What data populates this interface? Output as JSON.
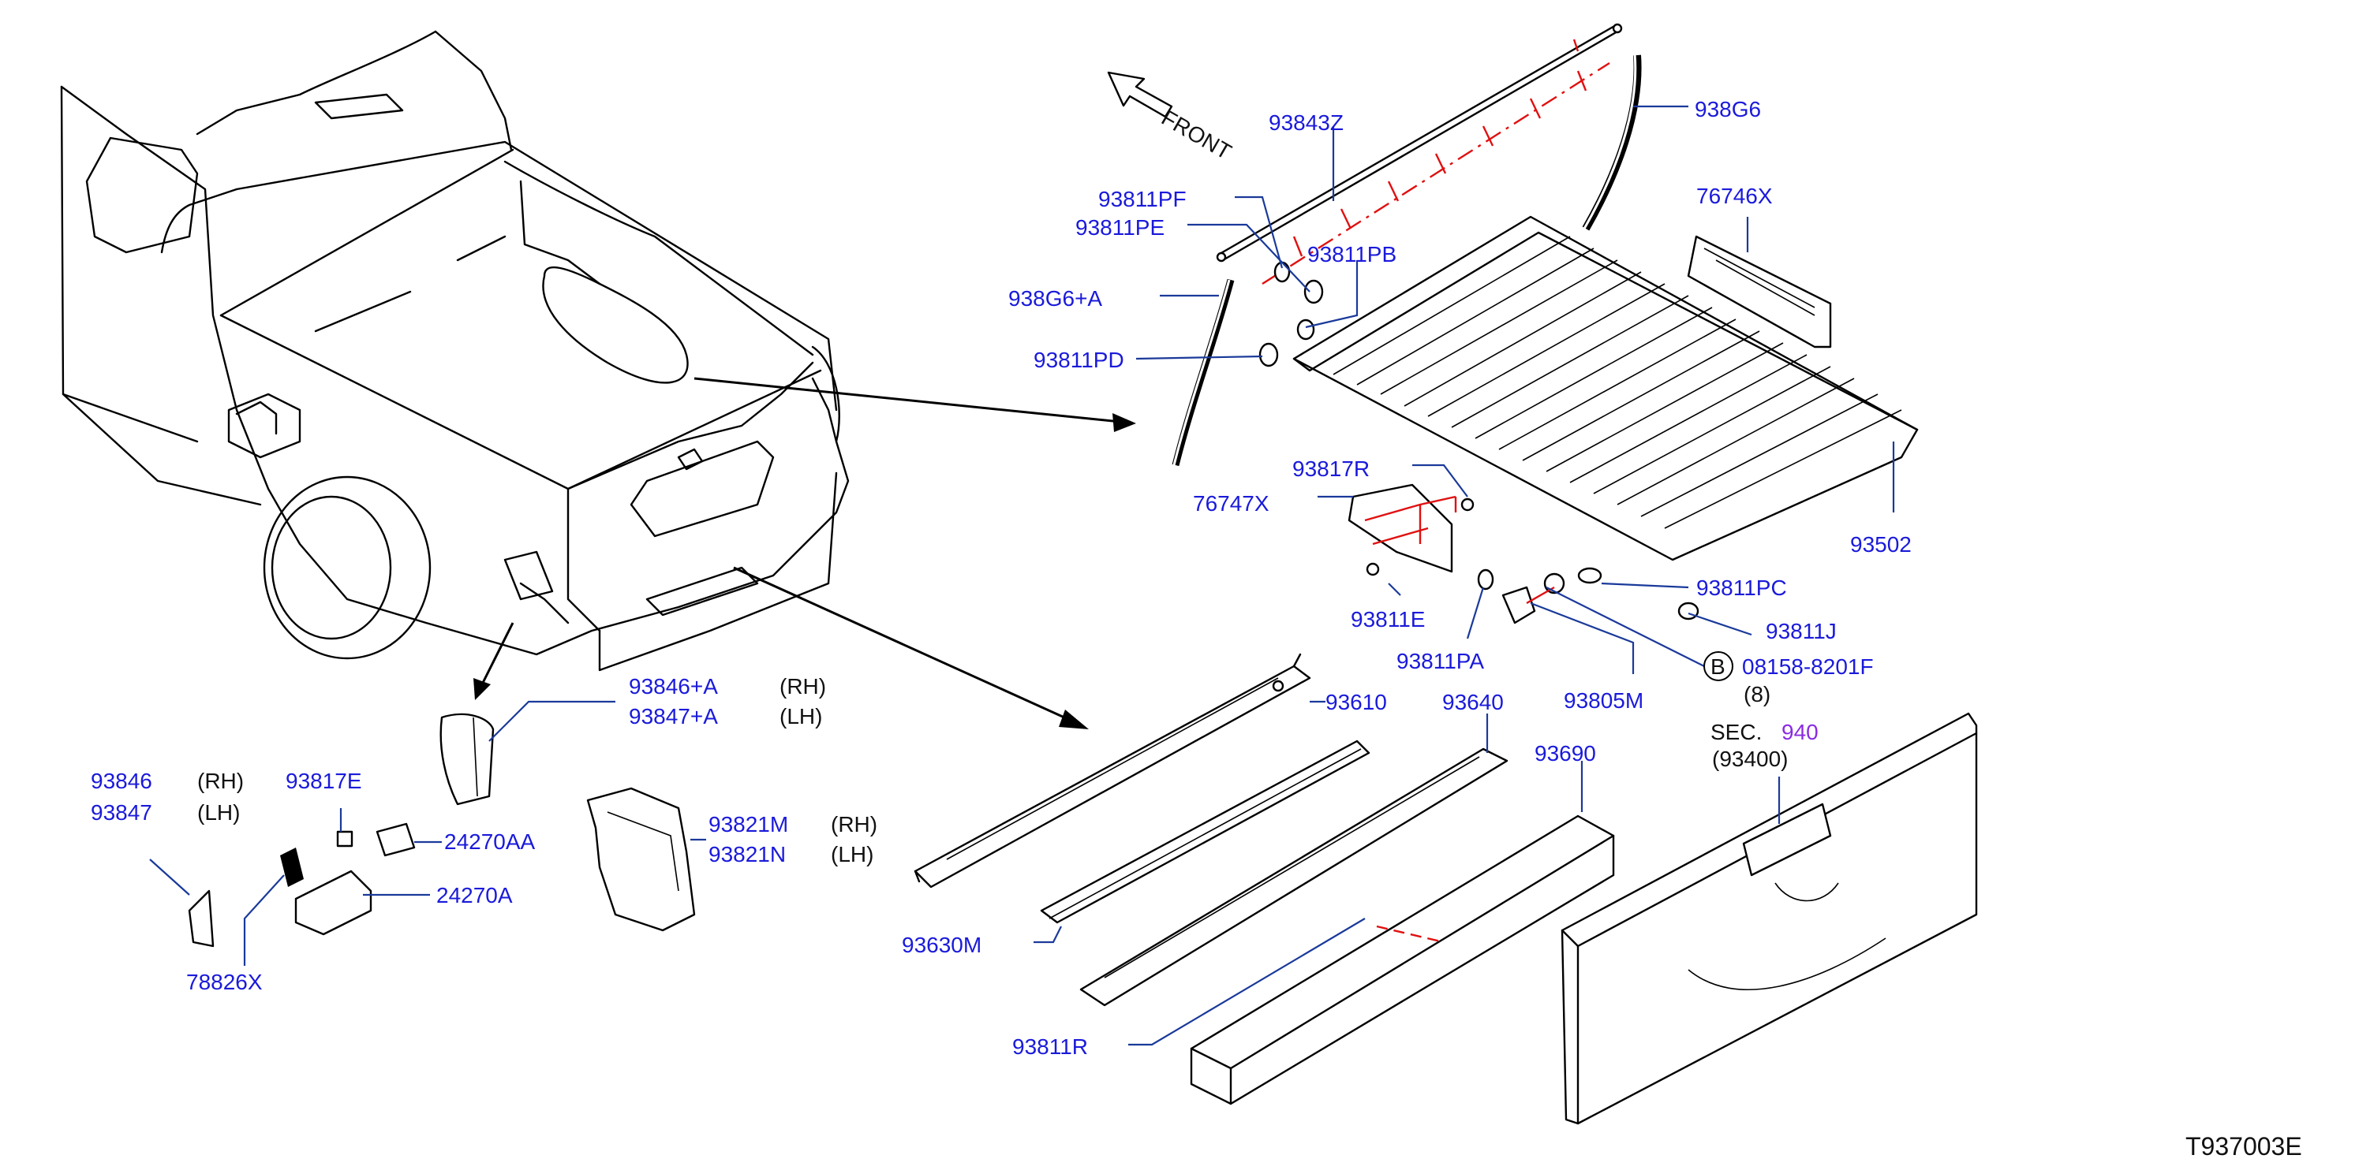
{
  "diagram_code": "T937003E",
  "front_label": "FRONT",
  "section_ref": {
    "prefix": "SEC.",
    "number": "940",
    "sub": "(93400)"
  },
  "circled_ref": {
    "letter": "B",
    "part": "08158-8201F",
    "qty": "(8)"
  },
  "parts": {
    "p93843Z": "93843Z",
    "p938G6": "938G6",
    "p76746X": "76746X",
    "p93811PF": "93811PF",
    "p93811PE": "93811PE",
    "p93811PB": "93811PB",
    "p938G6A": "938G6+A",
    "p93811PD": "93811PD",
    "p93817R": "93817R",
    "p76747X": "76747X",
    "p93502": "93502",
    "p93811E": "93811E",
    "p93811PC": "93811PC",
    "p93811J": "93811J",
    "p93811PA": "93811PA",
    "p93805M": "93805M",
    "p93846A": "93846+A",
    "p93847A": "93847+A",
    "p93610": "93610",
    "p93640": "93640",
    "p93690": "93690",
    "p93846": "93846",
    "p93847": "93847",
    "p93817E": "93817E",
    "p24270AA": "24270AA",
    "p24270A": "24270A",
    "p93821M": "93821M",
    "p93821N": "93821N",
    "p78826X": "78826X",
    "p93630M": "93630M",
    "p93811R": "93811R"
  },
  "side": {
    "rh": "(RH)",
    "lh": "(LH)"
  }
}
